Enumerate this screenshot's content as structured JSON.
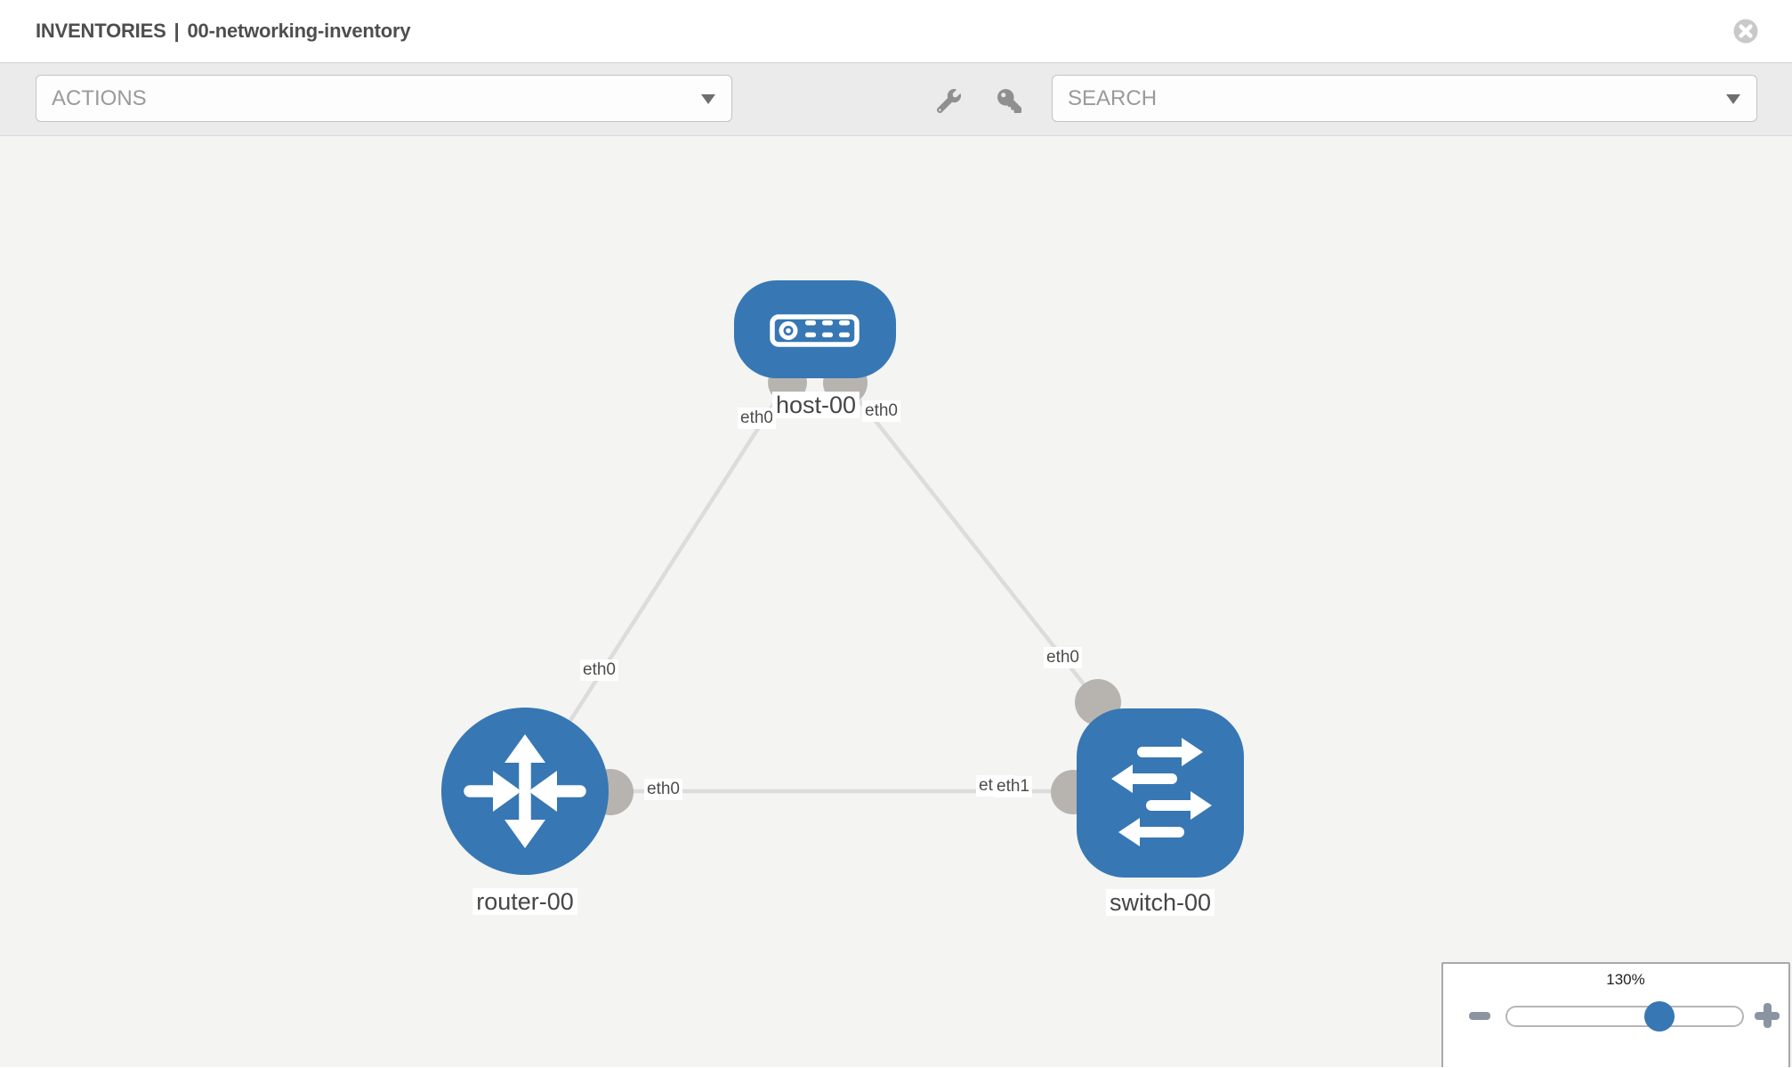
{
  "header": {
    "section": "INVENTORIES",
    "separator": "|",
    "inventory_name": "00-networking-inventory",
    "close_icon": "x-circle"
  },
  "toolbar": {
    "actions_label": "ACTIONS",
    "search_placeholder": "SEARCH",
    "tool_icons": [
      "wrench-icon",
      "key-icon"
    ]
  },
  "topology": {
    "nodes": [
      {
        "name": "host-00",
        "type": "host",
        "icon": "server-icon"
      },
      {
        "name": "router-00",
        "type": "router",
        "icon": "router-arrows-icon"
      },
      {
        "name": "switch-00",
        "type": "switch",
        "icon": "switch-arrows-icon"
      }
    ],
    "links": [
      {
        "source": "host-00",
        "source_interface": "eth0",
        "target": "router-00",
        "target_interface": "eth0"
      },
      {
        "source": "host-00",
        "source_interface": "eth0",
        "target": "switch-00",
        "target_interface": "eth0"
      },
      {
        "source": "router-00",
        "source_interface": "eth0",
        "target": "switch-00",
        "target_interface": "eth1"
      }
    ],
    "interface_labels": {
      "eth0": "eth0",
      "eth1": "eth1"
    }
  },
  "zoom_control": {
    "level": "130%"
  },
  "colors": {
    "node_blue": "#3777b4",
    "link_gray": "#dcdcdc",
    "interface_gray": "#b7b4b0",
    "canvas_bg": "#f4f4f2",
    "toolbar_bg": "#ebebeb"
  }
}
